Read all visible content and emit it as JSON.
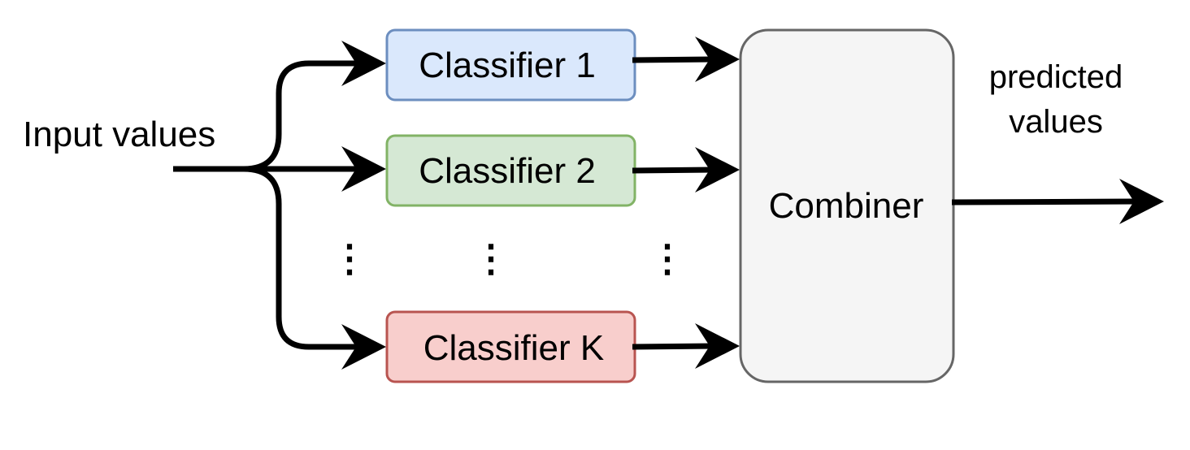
{
  "input": {
    "label": "Input values"
  },
  "classifiers": [
    {
      "label": "Classifier 1",
      "fill": "#dae8fc",
      "stroke": "#6c8ebf"
    },
    {
      "label": "Classifier 2",
      "fill": "#d5e8d4",
      "stroke": "#82b366"
    },
    {
      "label": "Classifier K",
      "fill": "#f8cecc",
      "stroke": "#b85450"
    }
  ],
  "ellipsis": [
    "⋮",
    "⋮",
    "⋮"
  ],
  "combiner": {
    "label": "Combiner",
    "fill": "#f5f5f5",
    "stroke": "#666666"
  },
  "output": {
    "label_line1": "predicted",
    "label_line2": "values"
  }
}
